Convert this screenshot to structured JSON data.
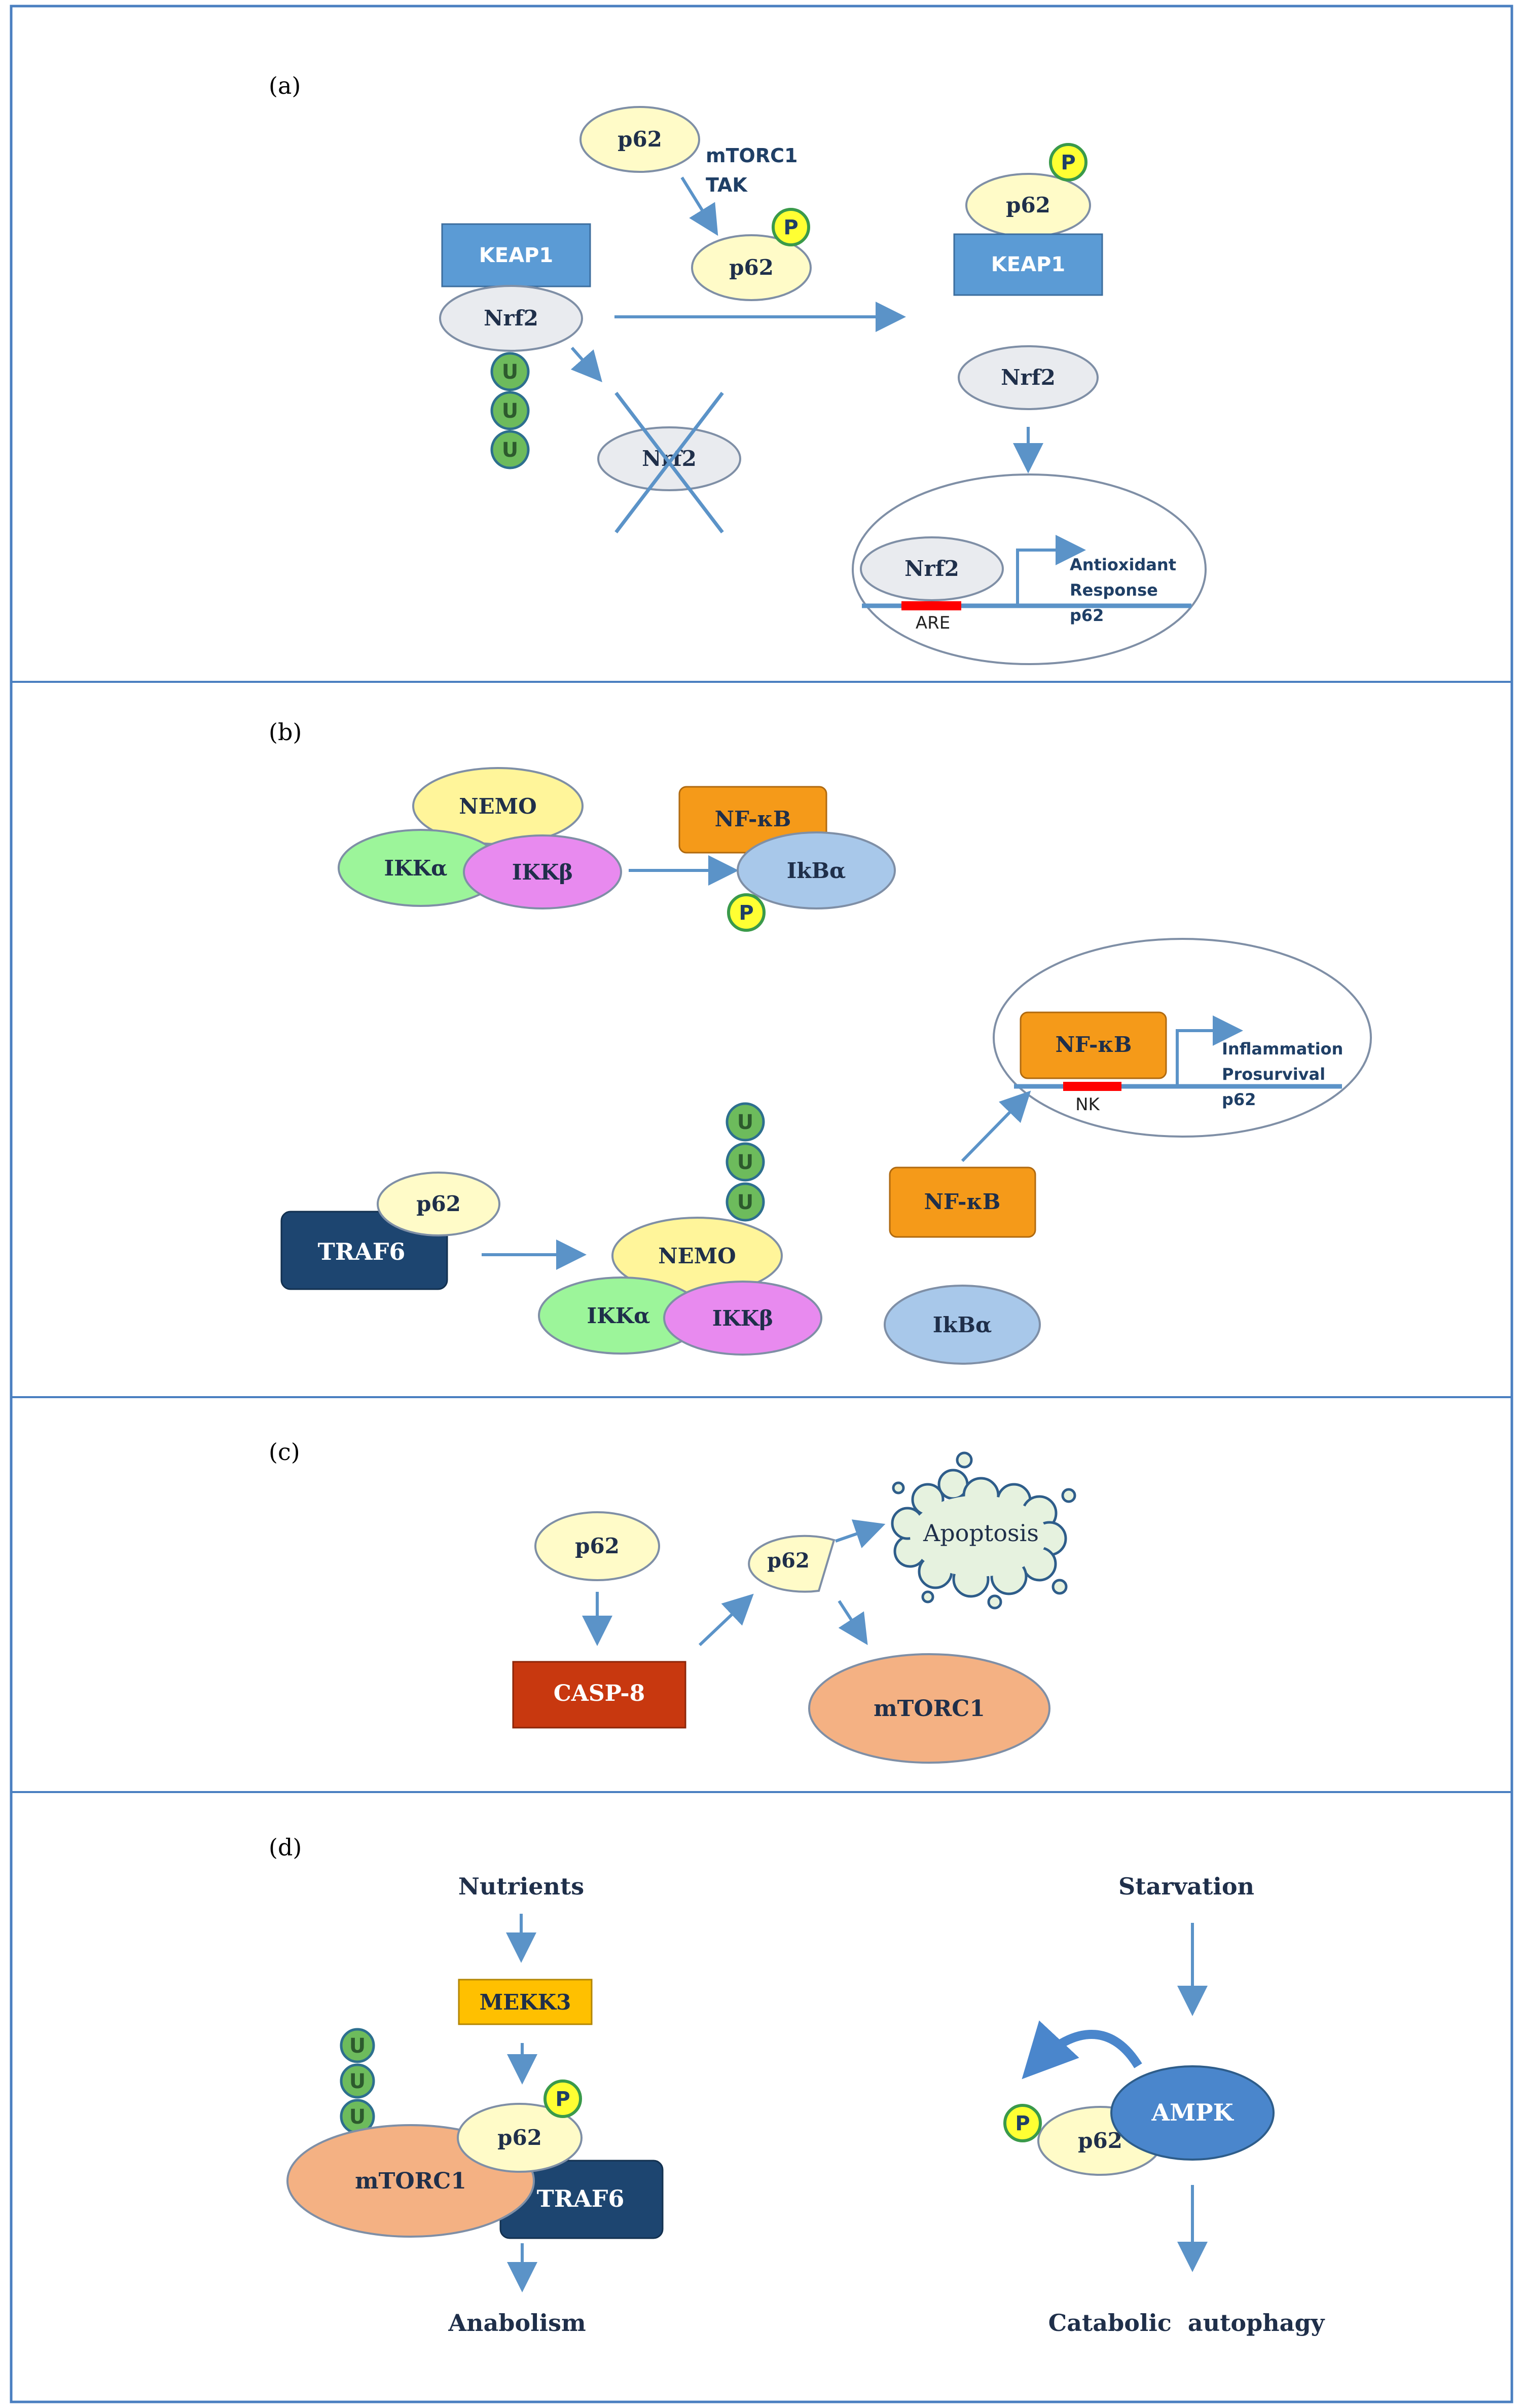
{
  "panels": {
    "a": {
      "label": "(a)",
      "p62_top": "p62",
      "kinases_line1": "mTORC1",
      "kinases_line2": "TAK",
      "p62_phos": "p62",
      "keap1_left": "KEAP1",
      "nrf2_left": "Nrf2",
      "nrf2_degraded": "Nrf2",
      "p62_right": "p62",
      "keap1_right": "KEAP1",
      "nrf2_free": "Nrf2",
      "nrf2_nucleus": "Nrf2",
      "are": "ARE",
      "gene_line1": "Antioxidant",
      "gene_line2": "Response",
      "gene_line3": "p62"
    },
    "b": {
      "label": "(b)",
      "nemo_top": "NEMO",
      "ikka_top": "IKKα",
      "ikkb_top": "IKKβ",
      "nfkb_top": "NF-κB",
      "ikba_top": "IkBα",
      "nfkb_nucleus": "NF-κB",
      "nk": "NK",
      "gene_line1": "Inflammation",
      "gene_line2": "Prosurvival",
      "gene_line3": "p62",
      "p62": "p62",
      "traf6": "TRAF6",
      "nemo_bottom": "NEMO",
      "ikka_bottom": "IKKα",
      "ikkb_bottom": "IKKβ",
      "nfkb_free": "NF-κB",
      "ikba_free": "IkBα"
    },
    "c": {
      "label": "(c)",
      "p62": "p62",
      "p62_cleaved": "p62",
      "casp8": "CASP-8",
      "apoptosis": "Apoptosis",
      "mtorc1": "mTORC1"
    },
    "d": {
      "label": "(d)",
      "nutrients": "Nutrients",
      "mekk3": "MEKK3",
      "p62_left": "p62",
      "mtorc1": "mTORC1",
      "traf6": "TRAF6",
      "anabolism": "Anabolism",
      "starvation": "Starvation",
      "ampk": "AMPK",
      "p62_right": "p62",
      "catabolic": "Catabolic  autophagy"
    }
  },
  "symbols": {
    "ubiquitin": "U",
    "phosphate": "P"
  },
  "colors": {
    "border": "#4a7fc0",
    "arrow": "#5b93c8",
    "p62_fill": "#fffbc8",
    "keap1_fill": "#5b9bd5",
    "nrf2_fill": "#e9ebef",
    "nemo_fill": "#fff59a",
    "ikka_fill": "#9cf59a",
    "ikkb_fill": "#e88aef",
    "nfkb_fill": "#f59a19",
    "ikba_fill": "#a8c8ea",
    "traf6_fill": "#1d4570",
    "casp8_fill": "#c8380f",
    "mtorc1_fill": "#f4b183",
    "mekk3_fill": "#ffc000",
    "ampk_fill": "#4a86cc",
    "ubiquitin_fill": "#6dbb5c",
    "phosphate_fill": "#ffff33",
    "are_bar": "#ff0000"
  }
}
